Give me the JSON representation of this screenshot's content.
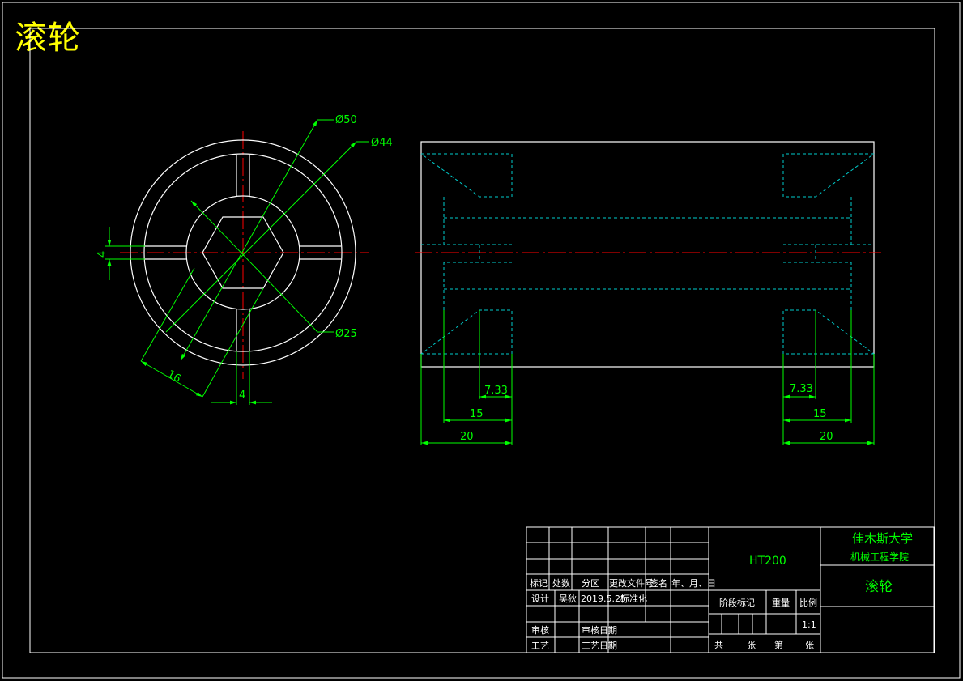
{
  "drawing_title": "滚轮",
  "colors": {
    "background": "#000000",
    "outline": "#ffffff",
    "dimension": "#00ff00",
    "hidden": "#00cccc",
    "center": "#ff0000",
    "title_text": "#ffff00"
  },
  "front_view": {
    "dims": {
      "d50": "Ø50",
      "d44": "Ø44",
      "d25": "Ø25",
      "across_flats": "16",
      "slot_width_h": "4",
      "slot_width_v": "4"
    }
  },
  "side_view": {
    "dims": {
      "left_hub_offset": "7.33",
      "left_inner": "15",
      "left_outer": "20",
      "right_hub_offset": "7.33",
      "right_inner": "15",
      "right_outer": "20"
    }
  },
  "title_block": {
    "material": "HT200",
    "school": "佳木斯大学",
    "department": "机械工程学院",
    "part_name": "滚轮",
    "header_labels": [
      "标记",
      "处数",
      "分区",
      "更改文件号",
      "签名",
      "年、月、日"
    ],
    "design_label": "设计",
    "designer": "吴狄",
    "design_date": "2019.5.25",
    "standardization": "标准化",
    "review_label": "审核",
    "review_date_label": "审核日期",
    "process_label": "工艺",
    "process_date_label": "工艺日期",
    "stage_mark": "阶段标记",
    "weight": "重量",
    "scale_label": "比例",
    "scale_value": "1:1",
    "total": "共",
    "sheets": "张",
    "sheet_no": "第",
    "sheet_unit": "张"
  }
}
